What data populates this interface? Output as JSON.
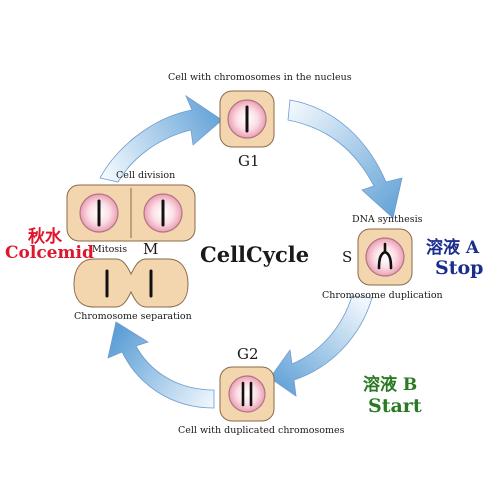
{
  "title": "CellCycle",
  "phases": {
    "g1": {
      "label": "G1",
      "caption": "Cell with chromosomes in the nucleus"
    },
    "s": {
      "label": "S",
      "caption_top": "DNA synthesis",
      "caption_bottom": "Chromosome duplication"
    },
    "g2": {
      "label": "G2",
      "caption": "Cell with duplicated chromosomes"
    },
    "m": {
      "label": "M",
      "caption_division": "Cell division",
      "caption_mitosis": "Mitosis",
      "caption_separation": "Chromosome separation"
    }
  },
  "solutions": {
    "colcemid": {
      "cn": "秋水",
      "en": "Colcemid",
      "color": "#e0152d"
    },
    "a": {
      "cn": "溶液 A",
      "en": "Stop",
      "color": "#1c2e8c"
    },
    "b": {
      "cn": "溶液 B",
      "en": "Start",
      "color": "#2a7a23"
    }
  },
  "colors": {
    "cell_fill": "#f3d6ae",
    "cell_stroke": "#8a6a4a",
    "nucleus_fill": "#f6c2cf",
    "arrow_light": "#e9f3fb",
    "arrow_dark": "#5b9dd4"
  },
  "icons": [
    "cycle-arrow-icon",
    "cell-icon",
    "chromosome-icon"
  ]
}
